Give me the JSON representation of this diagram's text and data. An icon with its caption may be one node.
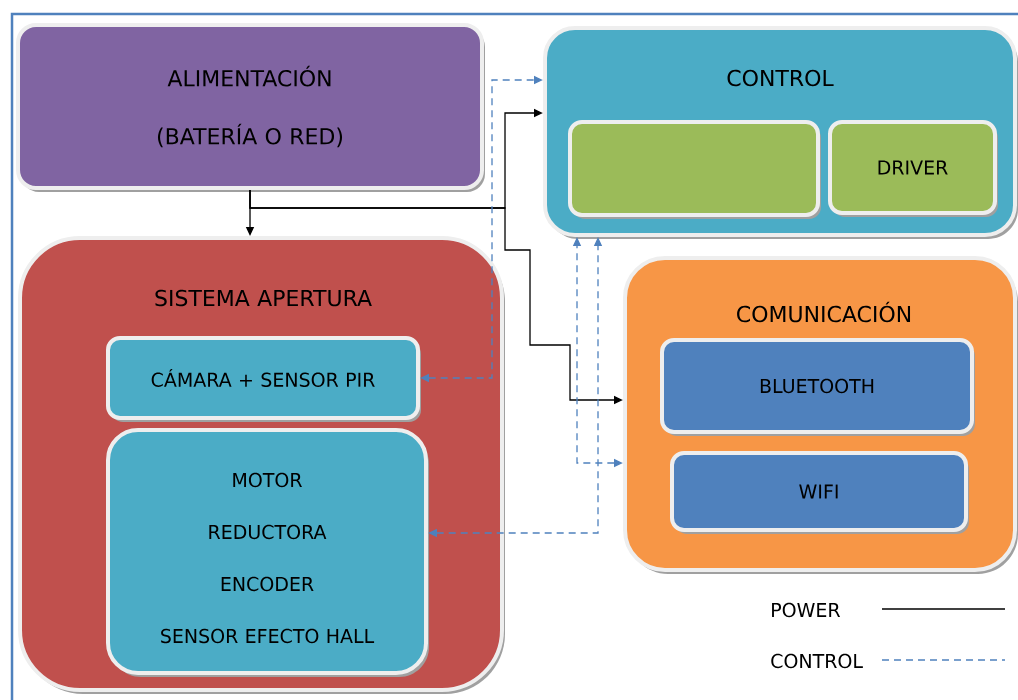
{
  "diagram": {
    "nodes": [
      {
        "text": [
          "ALIMENTACIÓN (BATERÍA O RED)"
        ]
      },
      {
        "text": [
          "CONTROL"
        ]
      },
      {
        "text": [],
        "shape": "box",
        "in": 1
      },
      {
        "text": [
          "DRIVER"
        ],
        "in": 1
      },
      {
        "text": [
          "SISTEMA APERTURA"
        ]
      },
      {
        "text": [
          "CÁMARA + SENSOR PIR"
        ],
        "in": 4
      },
      {
        "text": [
          "MOTOR",
          "REDUCTORA",
          "ENCODER",
          "SENSOR EFECTO HALL"
        ],
        "in": 4
      },
      {
        "text": [
          "COMUNICACIÓN"
        ]
      },
      {
        "text": [
          "BLUETOOTH"
        ],
        "in": 7
      },
      {
        "text": [
          "WIFI"
        ],
        "in": 7
      }
    ],
    "edges": [
      {
        "from": 0,
        "to": 4,
        "arrow": "to"
      },
      {
        "from": 0,
        "to": 1,
        "arrow": "to"
      },
      {
        "from": 0,
        "to": 7,
        "arrow": "to"
      },
      {
        "from": 5,
        "to": 1,
        "arrow": "both",
        "style": "dashed",
        "color": "#4f81bd"
      },
      {
        "from": 7,
        "to": 1,
        "arrow": "both",
        "style": "dashed",
        "color": "#4f81bd"
      },
      {
        "from": 6,
        "to": 1,
        "arrow": "both",
        "style": "dashed",
        "color": "#4f81bd"
      }
    ],
    "legend": [
      {
        "text": "POWER"
      },
      {
        "text": "CONTROL"
      }
    ]
  }
}
